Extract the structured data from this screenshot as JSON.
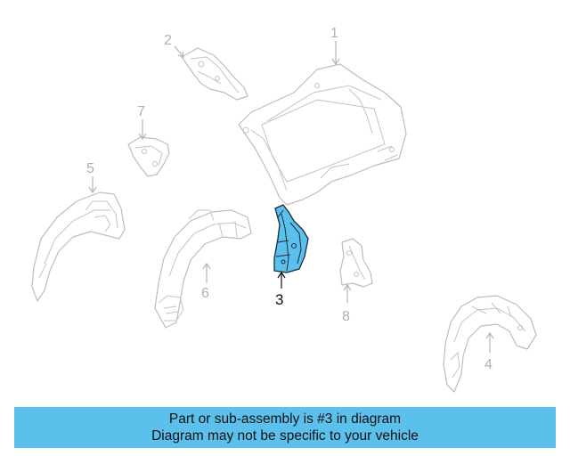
{
  "colors": {
    "highlight": "#5bc0ec",
    "banner": "#5bc0ec",
    "line_gray": "#bdbdbd",
    "text_gray": "#b0b0b0"
  },
  "callouts": {
    "p1": "1",
    "p2": "2",
    "p3": "3",
    "p4": "4",
    "p5": "5",
    "p6": "6",
    "p7": "7",
    "p8": "8"
  },
  "banner": {
    "line1": "Part or sub-assembly is #3 in diagram",
    "line2": "Diagram may not be specific to your vehicle"
  }
}
